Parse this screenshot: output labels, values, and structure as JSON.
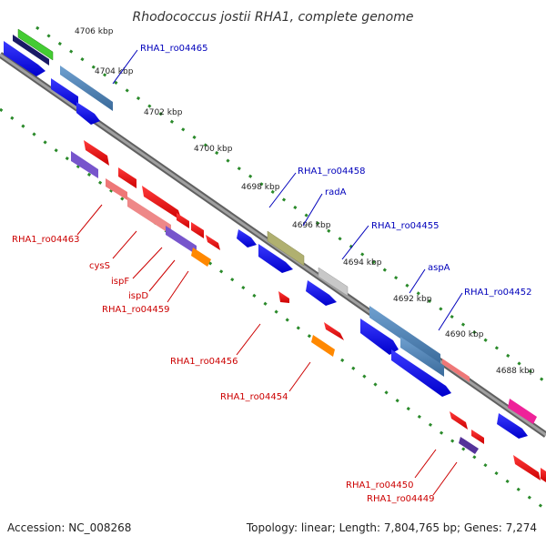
{
  "title": "Rhodococcus jostii RHA1, complete genome",
  "footer": {
    "accession": "Accession: NC_008268",
    "stats": "Topology: linear; Length: 7,804,765 bp; Genes: 7,274"
  },
  "ticks": [
    "4706 kbp",
    "4704 kbp",
    "4702 kbp",
    "4700 kbp",
    "4698 kbp",
    "4696 kbp",
    "4694 kbp",
    "4692 kbp",
    "4690 kbp",
    "4688 kbp"
  ],
  "labels": {
    "ro04465": "RHA1_ro04465",
    "ro04458": "RHA1_ro04458",
    "radA": "radA",
    "ro04455": "RHA1_ro04455",
    "aspA": "aspA",
    "ro04452": "RHA1_ro04452",
    "ro04463": "RHA1_ro04463",
    "cysS": "cysS",
    "ispF": "ispF",
    "ispD": "ispD",
    "ro04459": "RHA1_ro04459",
    "ro04456": "RHA1_ro04456",
    "ro04454": "RHA1_ro04454",
    "ro04450": "RHA1_ro04450",
    "ro04449": "RHA1_ro04449"
  },
  "colors": {
    "blue_label": "#0000bb",
    "red_label": "#cc0000",
    "backbone": "#808080",
    "dots": "#2a8a2a",
    "cds": "#0000ee",
    "rna_gene": "#ee0000",
    "steelblue": "#4a7fb5",
    "green": "#44cc33",
    "navy": "#1a1a66",
    "olive": "#b0b070",
    "gray": "#c0c0c0",
    "violet": "#7755cc",
    "salmon": "#ee7777",
    "orange": "#ff8800",
    "magenta": "#ee2299",
    "darkviolet": "#553399"
  }
}
